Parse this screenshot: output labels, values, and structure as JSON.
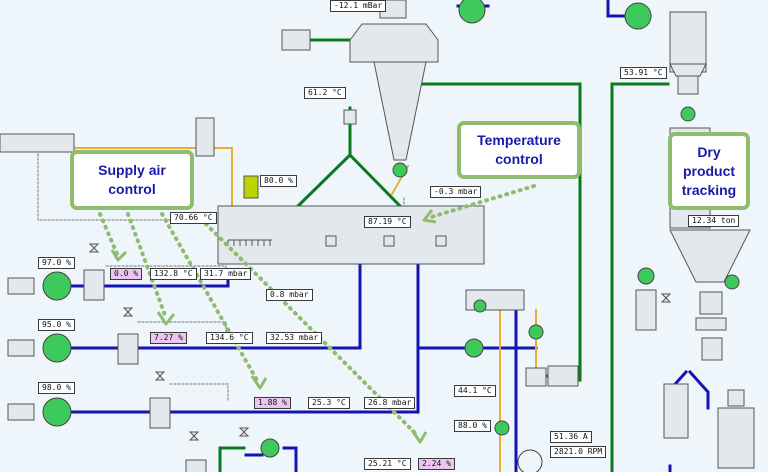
{
  "readouts": {
    "top_pressure": "-12.1 mBar",
    "cyclone_temp": "61.2 °C",
    "product_temp": "53.91 °C",
    "fan_pct": "80.0 %",
    "chamber_pressure": "-0.3 mbar",
    "inlet_temp": "70.66 °C",
    "bed_temp": "87.19 °C",
    "weight": "12.34 ton",
    "fan1_pct": "97.0 %",
    "sp1": "0.0 %",
    "temp1": "132.8 °C",
    "press1": "31.7 mbar",
    "press_mid": "0.8 mbar",
    "fan2_pct": "95.0 %",
    "sp2": "7.27 %",
    "temp2": "134.6 °C",
    "press2": "32.53 mbar",
    "fan3_pct": "98.0 %",
    "sp3": "1.88 %",
    "temp3": "25.3 °C",
    "press3": "26.8 mbar",
    "right_temp": "44.1 °C",
    "right_pct": "88.0 %",
    "current": "51.36 A",
    "speed": "2821.0 RPM",
    "temp_bottom": "25.21 °C",
    "sp4": "2.24 %"
  },
  "callouts": {
    "supply_air": "Supply air control",
    "temperature": "Temperature control",
    "dry_product": "Dry product tracking"
  },
  "colors": {
    "background": "#eef6fb",
    "pipe_blue": "#1414b4",
    "pipe_green": "#0a7a1e",
    "pipe_yellow": "#e8b030",
    "fan_green": "#3ec95c",
    "callout_border": "#8fbc6f",
    "callout_text": "#1a1aa8",
    "setpoint_bg": "#ecc6f0"
  },
  "icons": [
    "fan-icon",
    "valve-icon",
    "filter-icon",
    "rotary-valve-icon",
    "cyclone-icon",
    "silo-icon"
  ]
}
